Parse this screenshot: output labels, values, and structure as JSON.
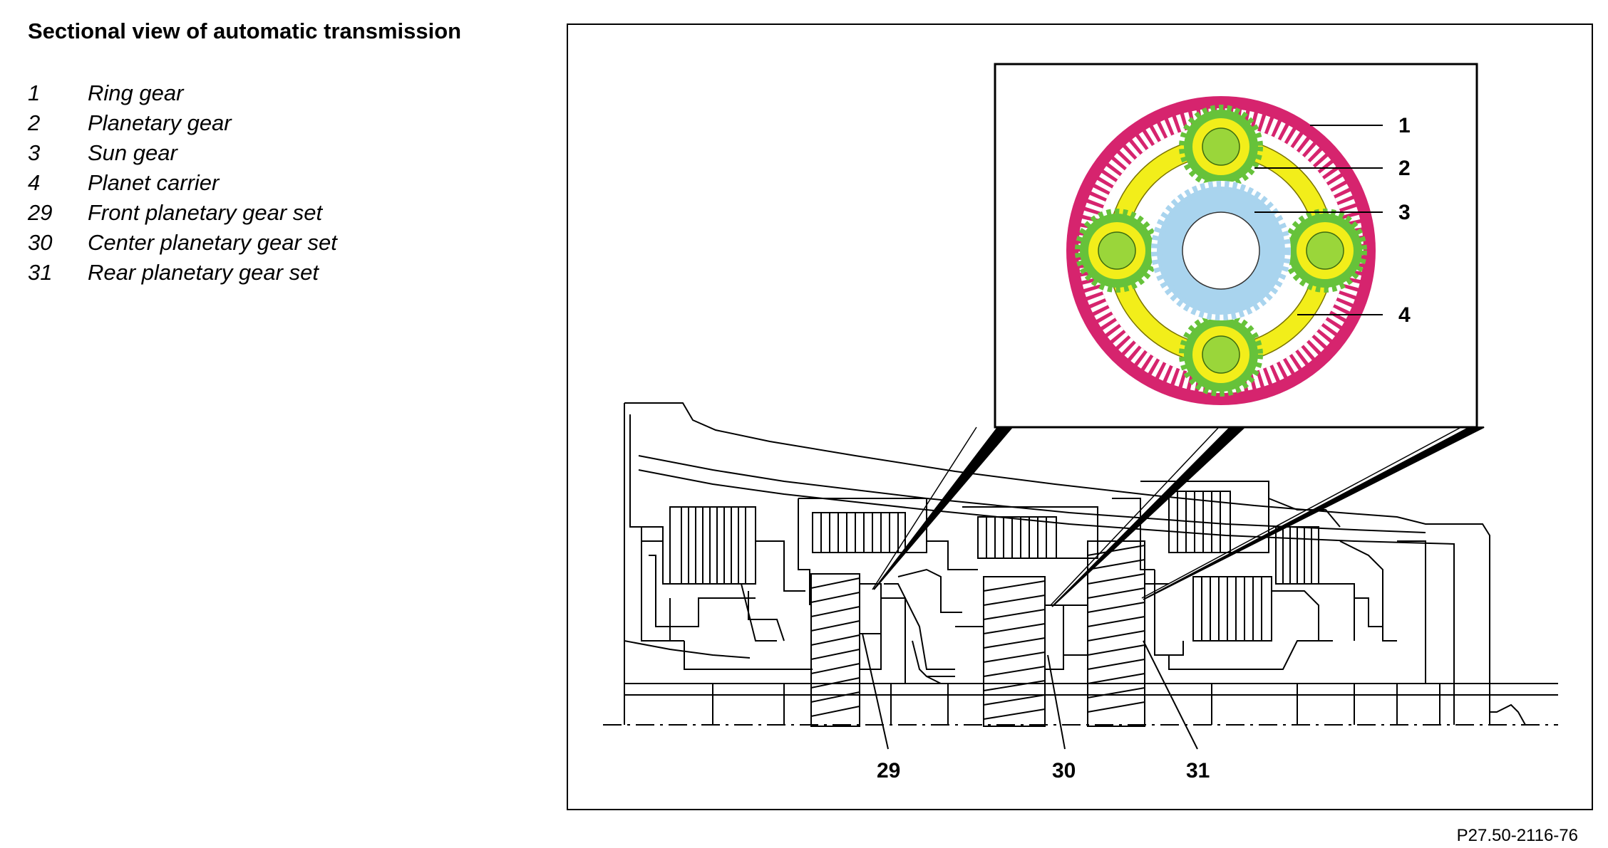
{
  "title": "Sectional view of automatic transmission",
  "legend": [
    {
      "num": "1",
      "label": "Ring gear"
    },
    {
      "num": "2",
      "label": "Planetary gear"
    },
    {
      "num": "3",
      "label": "Sun gear"
    },
    {
      "num": "4",
      "label": "Planet carrier"
    },
    {
      "num": "29",
      "label": "Front planetary gear set"
    },
    {
      "num": "30",
      "label": "Center planetary gear set"
    },
    {
      "num": "31",
      "label": "Rear planetary gear set"
    }
  ],
  "inset_callouts": [
    "1",
    "2",
    "3",
    "4"
  ],
  "section_callouts": [
    "29",
    "30",
    "31"
  ],
  "reference_code": "P27.50-2116-76",
  "colors": {
    "ring_gear": "#d6246e",
    "planet_carrier": "#f2ee1a",
    "planetary_gear": "#66c23a",
    "planet_hub": "#9ad63a",
    "sun_gear": "#a9d4ee",
    "line": "#000000"
  }
}
